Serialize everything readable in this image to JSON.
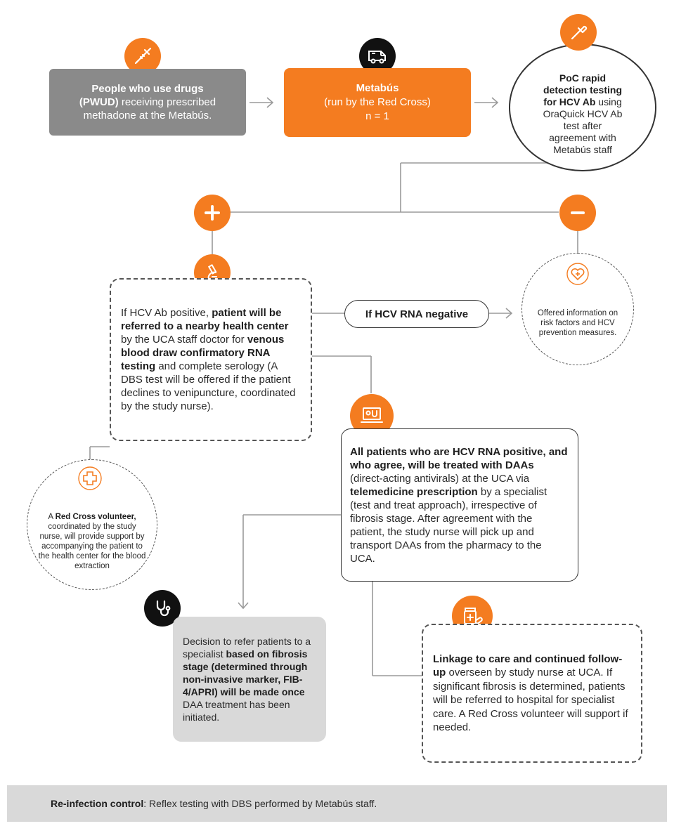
{
  "pwud_box": {
    "bold": "People who use drugs",
    "line2_bold": "(PWUD)",
    "line2_rest": " receiving prescribed",
    "line3": "methadone at the Metabús."
  },
  "metabus_box": {
    "title": "Metabús",
    "sub": "(run by the Red Cross)",
    "n": "n = 1"
  },
  "poc_box": {
    "bold1": "PoC rapid",
    "bold2": "detection testing",
    "bold3a": "for HCV Ab",
    "rest3": " using",
    "line4": "OraQuick HCV Ab",
    "line5": "test after",
    "line6": "agreement with",
    "line7": "Metabús staff"
  },
  "positive_box": {
    "p1": "If HCV Ab positive, ",
    "b1": "patient will be referred to a nearby health center",
    "p2": " by the UCA staff doctor for ",
    "b2": "venous blood draw confirmatory RNA testing",
    "p3": " and complete serology (A DBS test will be offered if the patient declines to venipuncture, coordinated by the study nurse)."
  },
  "rna_negative_label": "If HCV RNA negative",
  "negative_info": "Offered information on risk factors and HCV prevention measures.",
  "red_cross_volunteer": {
    "p1": "A ",
    "b1": "Red Cross volunteer,",
    "p2": " coordinated by the study nurse, will provide support by accompanying the patient to the health center for the blood extraction"
  },
  "treatment_box": {
    "b1": "All patients who are HCV RNA positive, and who agree, will be treated with DAAs",
    "p1": " (direct-acting antivirals) at the UCA via ",
    "b2": "telemedicine prescription",
    "p2": " by a specialist (test and treat approach), irrespective of fibrosis stage. After agreement with the patient, the study nurse will pick up and transport DAAs from the pharmacy to the UCA."
  },
  "decision_box": {
    "p1": "Decision to refer patients to a specialist ",
    "b1": "based on fibrosis stage (determined through non-invasive marker, FIB-4/APRI) will be made once",
    "p2": " DAA treatment has been initiated."
  },
  "linkage_box": {
    "b1": "Linkage to care and continued follow-up",
    "p1": " overseen by study nurse at UCA. If significant fibrosis is determined, patients will be referred to hospital for specialist care. A Red Cross volunteer will support if needed."
  },
  "footer": {
    "bold": "Re-infection control",
    "rest": ": Reflex testing with DBS performed by Metabús staff."
  },
  "icons": {
    "syringe": "syringe-icon",
    "van": "van-icon",
    "test": "dropper-icon",
    "plus": "plus-icon",
    "minus": "minus-icon",
    "microscope": "microscope-icon",
    "heart": "heart-cross-icon",
    "laptop": "laptop-stethoscope-icon",
    "cross": "medical-cross-icon",
    "stethoscope": "stethoscope-icon",
    "pills": "medicine-bottle-icon"
  },
  "colors": {
    "accent": "#f47c20",
    "grey_box": "#8a8a8a",
    "light_grey": "#d9d9d9"
  }
}
